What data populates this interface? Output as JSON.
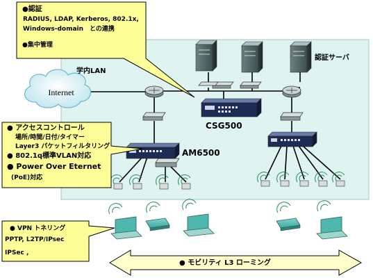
{
  "colors": {
    "lan_area": "#dff3f1",
    "callout_fill": "#ffff99",
    "arrow_fill": "#ffffcc",
    "cable": "#000000",
    "device_dark": "#1e2b55",
    "server_top": "#9aaeae"
  },
  "callout_auth": {
    "bullet_auth": "●認証",
    "protocols_line1": "RADIUS, LDAP, Kerberos, 802.1x,",
    "protocols_line2": "Windows-domain　との連携",
    "bullet_central": "●集中管理"
  },
  "callout_access": {
    "line1": "● アクセスコントロール",
    "line2": "場所/時間/日付/タイマー",
    "line3": "Layer3 パケットフィルタリング",
    "line4": "● 802.1q標準VLAN対応",
    "line5": "● Power Over Eternet",
    "line6": "(PoE)対応"
  },
  "callout_vpn": {
    "line1": "● VPN トネリング",
    "line2": "PPTP, L2TP/IPsec",
    "line3": "IPSec ,"
  },
  "labels": {
    "internet": "Internet",
    "campus_lan": "学内LAN",
    "auth_server": "認証サーバ",
    "csg": "CSG500",
    "am": "AM6500"
  },
  "roaming": {
    "text": "● モビリティ L3 ローミング"
  },
  "icons": [
    "server-icon",
    "router-icon",
    "switch-icon",
    "access-point-icon",
    "pda-icon",
    "laptop-icon",
    "cloud-icon"
  ]
}
